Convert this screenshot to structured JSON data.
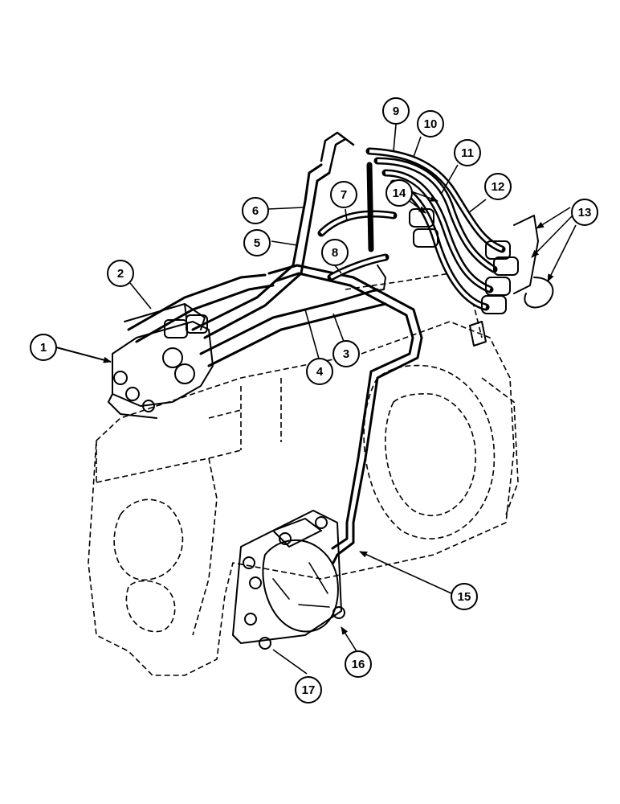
{
  "callouts": [
    {
      "label": "1"
    },
    {
      "label": "2"
    },
    {
      "label": "3"
    },
    {
      "label": "4"
    },
    {
      "label": "5"
    },
    {
      "label": "6"
    },
    {
      "label": "7"
    },
    {
      "label": "8"
    },
    {
      "label": "9"
    },
    {
      "label": "10"
    },
    {
      "label": "11"
    },
    {
      "label": "12"
    },
    {
      "label": "13"
    },
    {
      "label": "14"
    },
    {
      "label": "15"
    },
    {
      "label": "16"
    },
    {
      "label": "17"
    }
  ],
  "colors": {
    "ink": "#000000",
    "background": "#ffffff"
  }
}
